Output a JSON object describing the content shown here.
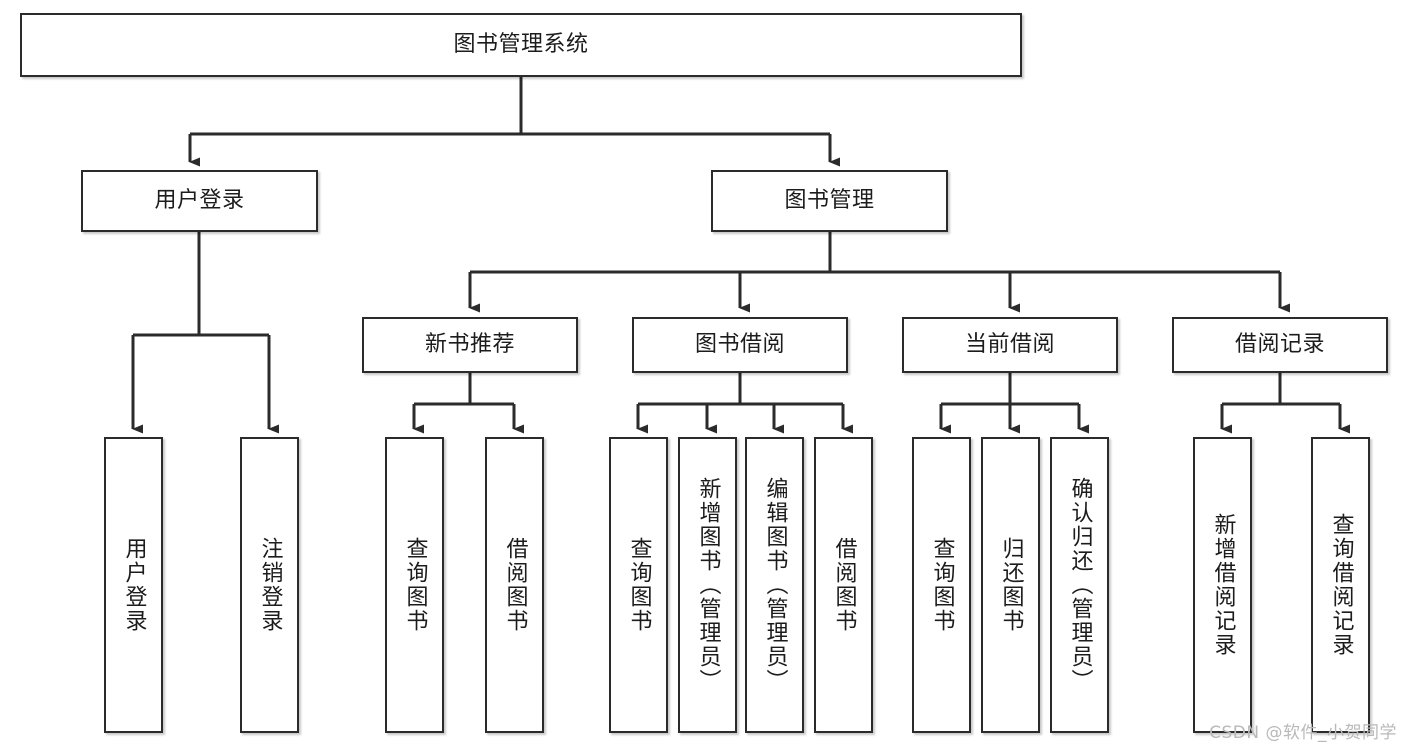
{
  "diagram": {
    "title": "图书管理系统",
    "type": "hierarchy-tree",
    "watermark": "CSDN @软件_小贺同学",
    "colors": {
      "node_border": "#2b2b2b",
      "node_fill": "#ffffff",
      "edge": "#2b2b2b",
      "text": "#1c1c1c",
      "watermark": "#b9b9b9",
      "background": "#ffffff"
    },
    "levels": {
      "root": {
        "label": "图书管理系统"
      },
      "level2": [
        {
          "label": "用户登录"
        },
        {
          "label": "图书管理"
        }
      ],
      "level3": [
        {
          "label": "新书推荐"
        },
        {
          "label": "图书借阅"
        },
        {
          "label": "当前借阅"
        },
        {
          "label": "借阅记录"
        }
      ],
      "level4": {
        "user_login_children": [
          {
            "label": "用户登录"
          },
          {
            "label": "注销登录"
          }
        ],
        "new_book_children": [
          {
            "label": "查询图书"
          },
          {
            "label": "借阅图书"
          }
        ],
        "book_borrow_children": [
          {
            "label": "查询图书"
          },
          {
            "label": "新增图书（管理员）"
          },
          {
            "label": "编辑图书（管理员）"
          },
          {
            "label": "借阅图书"
          }
        ],
        "current_borrow_children": [
          {
            "label": "查询图书"
          },
          {
            "label": "归还图书"
          },
          {
            "label": "确认归还（管理员）"
          }
        ],
        "borrow_record_children": [
          {
            "label": "新增借阅记录"
          },
          {
            "label": "查询借阅记录"
          }
        ]
      }
    }
  }
}
